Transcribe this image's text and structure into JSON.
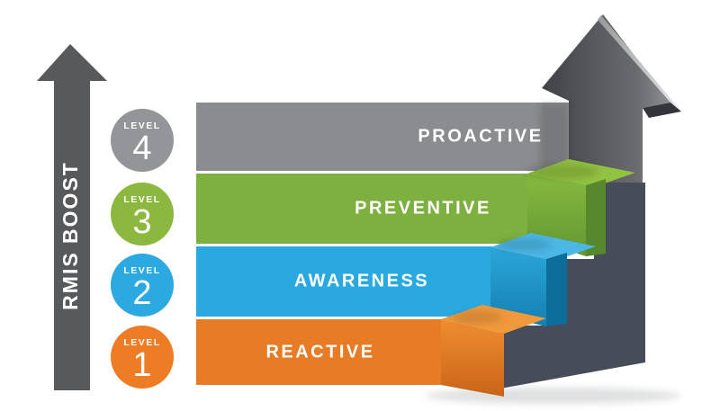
{
  "boost_arrow": {
    "label": "RMIS BOOST",
    "color": "#58595b",
    "text_color": "#ffffff"
  },
  "growth_arrow": {
    "front_color": "#4a4b4f",
    "bevel_color": "#c9cacc"
  },
  "staircase": {
    "wall_color": "#474c59"
  },
  "levels": [
    {
      "level_label": "LEVEL",
      "number": "4",
      "bar_label": "PROACTIVE",
      "circle_color": "#939598",
      "bar_color": "#8a8c8f"
    },
    {
      "level_label": "LEVEL",
      "number": "3",
      "bar_label": "PREVENTIVE",
      "circle_color": "#8cb83f",
      "bar_color": "#7db040",
      "cube_top_color": "#92c241",
      "cube_front_color": "#7db23d"
    },
    {
      "level_label": "LEVEL",
      "number": "2",
      "bar_label": "AWARENESS",
      "circle_color": "#2ca9e1",
      "bar_color": "#2aa9e0",
      "cube_top_color": "#4cb6e5",
      "cube_front_color": "#2aa7db"
    },
    {
      "level_label": "LEVEL",
      "number": "1",
      "bar_label": "REACTIVE",
      "circle_color": "#ee7c25",
      "bar_color": "#e87c26",
      "cube_top_color": "#f0993c",
      "cube_front_color": "#ee8c30"
    }
  ]
}
